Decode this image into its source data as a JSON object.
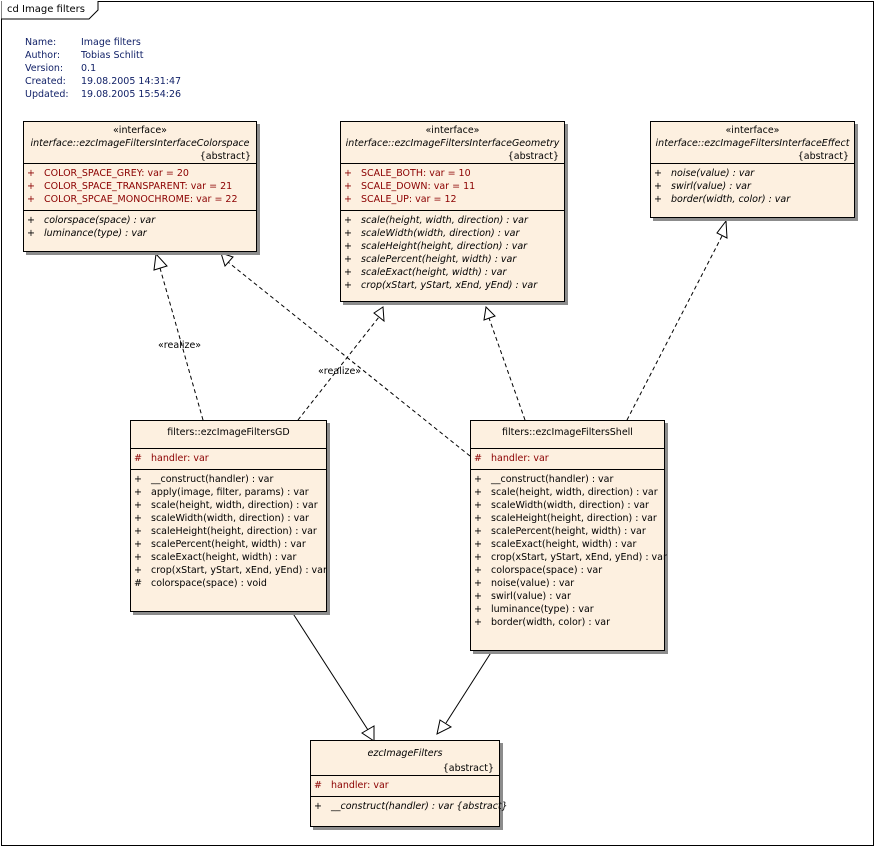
{
  "diagram": {
    "tab_label": "cd Image filters",
    "info": [
      {
        "key": "Name:",
        "value": "Image filters"
      },
      {
        "key": "Author:",
        "value": "Tobias Schlitt"
      },
      {
        "key": "Version:",
        "value": "0.1"
      },
      {
        "key": "Created:",
        "value": "19.08.2005 14:31:47"
      },
      {
        "key": "Updated:",
        "value": "19.08.2005 15:54:26"
      }
    ],
    "edge_labels": {
      "realize_gd_colorspace": "«realize»",
      "realize_gd_geometry": "«realize»"
    }
  },
  "classes": {
    "colorspace": {
      "stereotype": "«interface»",
      "name": "interface::ezcImageFiltersInterfaceColorspace",
      "abstract": "{abstract}",
      "attributes": [
        {
          "vis": "+",
          "text": "COLOR_SPACE_GREY:  var = 20"
        },
        {
          "vis": "+",
          "text": "COLOR_SPACE_TRANSPARENT:  var = 21"
        },
        {
          "vis": "+",
          "text": "COLOR_SPCAE_MONOCHROME:  var = 22"
        }
      ],
      "operations": [
        {
          "vis": "+",
          "text": "colorspace(space) : var"
        },
        {
          "vis": "+",
          "text": "luminance(type) : var"
        }
      ]
    },
    "geometry": {
      "stereotype": "«interface»",
      "name": "interface::ezcImageFiltersInterfaceGeometry",
      "abstract": "{abstract}",
      "attributes": [
        {
          "vis": "+",
          "text": "SCALE_BOTH:  var = 10"
        },
        {
          "vis": "+",
          "text": "SCALE_DOWN:  var = 11"
        },
        {
          "vis": "+",
          "text": "SCALE_UP:  var = 12"
        }
      ],
      "operations": [
        {
          "vis": "+",
          "text": "scale(height, width, direction) : var"
        },
        {
          "vis": "+",
          "text": "scaleWidth(width, direction) : var"
        },
        {
          "vis": "+",
          "text": "scaleHeight(height, direction) : var"
        },
        {
          "vis": "+",
          "text": "scalePercent(height, width) : var"
        },
        {
          "vis": "+",
          "text": "scaleExact(height, width) : var"
        },
        {
          "vis": "+",
          "text": "crop(xStart, yStart, xEnd, yEnd) : var"
        }
      ]
    },
    "effect": {
      "stereotype": "«interface»",
      "name": "interface::ezcImageFiltersInterfaceEffect",
      "abstract": "{abstract}",
      "operations": [
        {
          "vis": "+",
          "text": "noise(value) : var"
        },
        {
          "vis": "+",
          "text": "swirl(value) : var"
        },
        {
          "vis": "+",
          "text": "border(width, color) : var"
        }
      ]
    },
    "gd": {
      "name": "filters::ezcImageFiltersGD",
      "attributes": [
        {
          "vis": "#",
          "text": "handler:  var"
        }
      ],
      "operations": [
        {
          "vis": "+",
          "text": "__construct(handler) : var"
        },
        {
          "vis": "+",
          "text": "apply(image, filter, params) : var"
        },
        {
          "vis": "+",
          "text": "scale(height, width, direction) : var"
        },
        {
          "vis": "+",
          "text": "scaleWidth(width, direction) : var"
        },
        {
          "vis": "+",
          "text": "scaleHeight(height, direction) : var"
        },
        {
          "vis": "+",
          "text": "scalePercent(height, width) : var"
        },
        {
          "vis": "+",
          "text": "scaleExact(height, width) : var"
        },
        {
          "vis": "+",
          "text": "crop(xStart, yStart, xEnd, yEnd) : var"
        },
        {
          "vis": "#",
          "text": "colorspace(space) : void"
        }
      ]
    },
    "shell": {
      "name": "filters::ezcImageFiltersShell",
      "attributes": [
        {
          "vis": "#",
          "text": "handler:  var"
        }
      ],
      "operations": [
        {
          "vis": "+",
          "text": "__construct(handler) : var"
        },
        {
          "vis": "+",
          "text": "scale(height, width, direction) : var"
        },
        {
          "vis": "+",
          "text": "scaleWidth(width, direction) : var"
        },
        {
          "vis": "+",
          "text": "scaleHeight(height, direction) : var"
        },
        {
          "vis": "+",
          "text": "scalePercent(height, width) : var"
        },
        {
          "vis": "+",
          "text": "scaleExact(height, width) : var"
        },
        {
          "vis": "+",
          "text": "crop(xStart, yStart, xEnd, yEnd) : var"
        },
        {
          "vis": "+",
          "text": "colorspace(space) : var"
        },
        {
          "vis": "+",
          "text": "noise(value) : var"
        },
        {
          "vis": "+",
          "text": "swirl(value) : var"
        },
        {
          "vis": "+",
          "text": "luminance(type) : var"
        },
        {
          "vis": "+",
          "text": "border(width, color) : var"
        }
      ]
    },
    "base": {
      "name": "ezcImageFilters",
      "abstract": "{abstract}",
      "attributes": [
        {
          "vis": "#",
          "text": "handler:  var"
        }
      ],
      "operations": [
        {
          "vis": "+",
          "text": "__construct(handler) : var {abstract}"
        }
      ]
    }
  },
  "colors": {
    "class_fill": "#fdf0e0",
    "attribute_text": "#8b0000",
    "info_text": "#0f1f66"
  }
}
